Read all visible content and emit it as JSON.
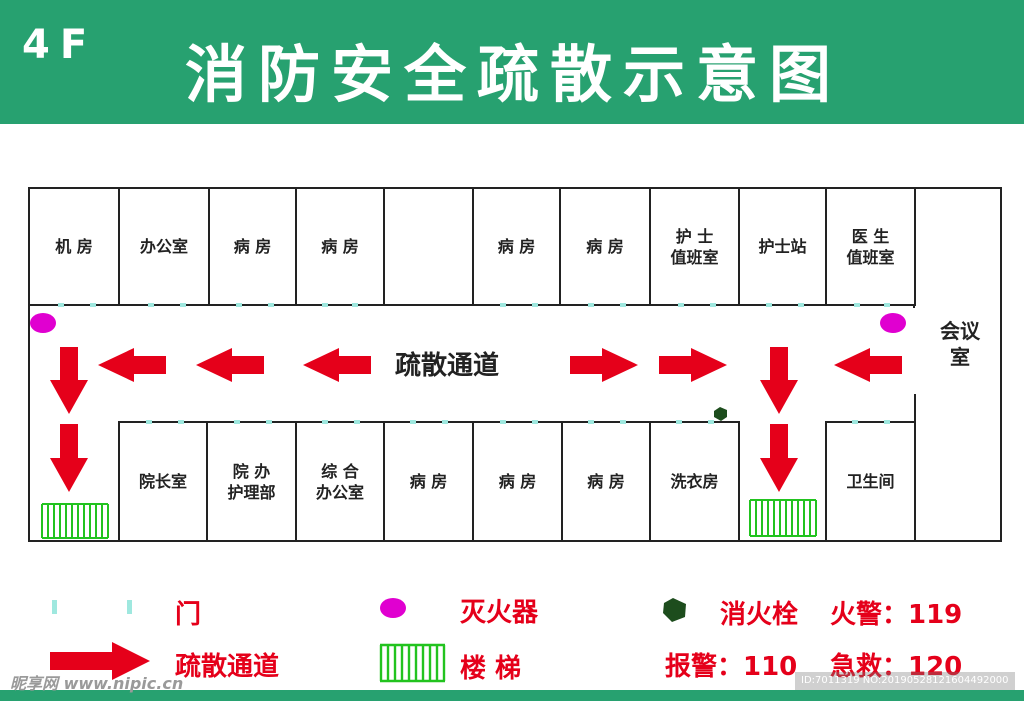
{
  "header": {
    "floor": "4F",
    "title": "消防安全疏散示意图"
  },
  "rooms": {
    "jifang": "机 房",
    "bangongshi": "办公室",
    "bingfang": "病 房",
    "hushi_zhiban_1": "护 士",
    "hushi_zhiban_2": "值班室",
    "hushizhan": "护士站",
    "yisheng_zhiban_1": "医 生",
    "yisheng_zhiban_2": "值班室",
    "huiyishi": "会议室",
    "yuanzhangshi": "院长室",
    "yuanban_1": "院 办",
    "yuanban_2": "护理部",
    "zonghe_1": "综 合",
    "zonghe_2": "办公室",
    "xiyifang": "洗衣房",
    "weishengjian": "卫生间"
  },
  "corridor": {
    "label": "疏散通道"
  },
  "legend": {
    "door": "门",
    "extinguisher": "灭火器",
    "hydrant": "消火栓",
    "fire_phone": "火警：119",
    "route": "疏散通道",
    "stairs": "楼 梯",
    "police_phone": "报警：110",
    "ambulance_phone": "急救：120"
  },
  "watermark": {
    "site": "昵享网 www.nipic.cn",
    "id": "ID:7011319 NO:20190528121604492000"
  },
  "colors": {
    "header": "#27a170",
    "arrow": "#e5001a",
    "extinguisher": "#e000d0",
    "hydrant": "#1d4d1d",
    "stairs": "#22c31f",
    "door": "#9fe8df",
    "legend_text": "#e5001a"
  }
}
